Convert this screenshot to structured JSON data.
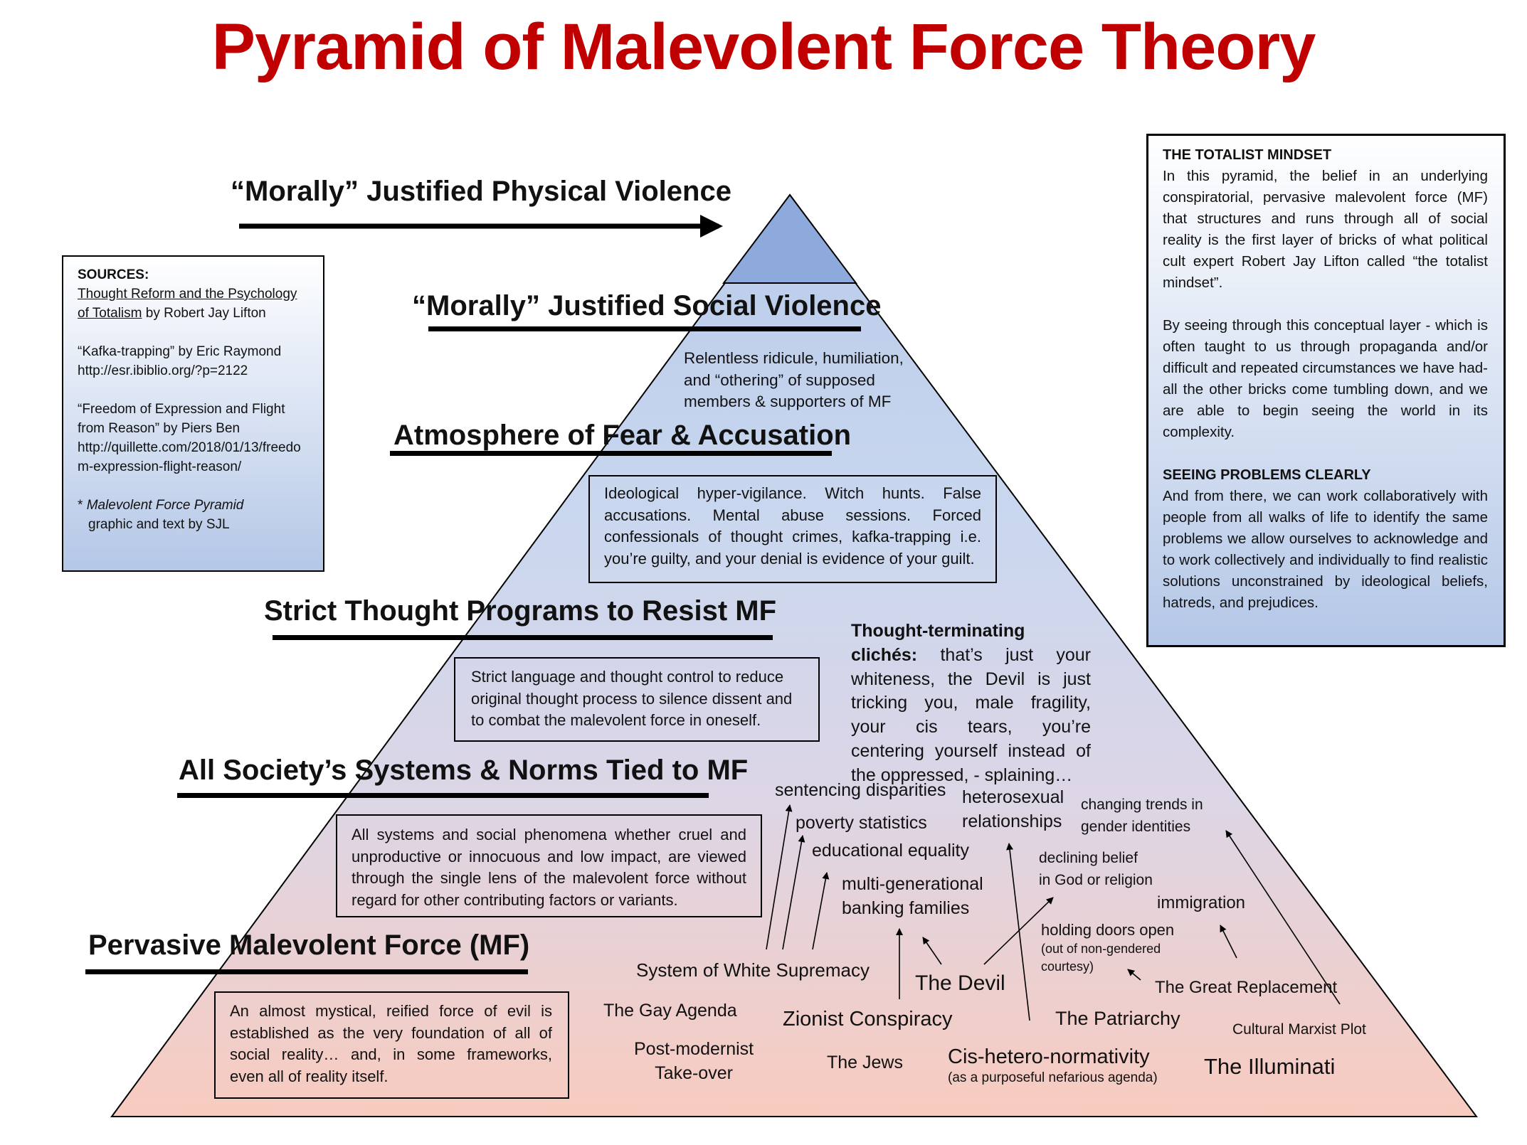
{
  "title": "Pyramid of Malevolent Force Theory",
  "colors": {
    "title": "#c00000",
    "pyramid_top": "#8ea9db",
    "pyramid_bottom": "#f8cbbf",
    "box_blue": "#dbe4f5"
  },
  "levels": {
    "physical_violence": "“Morally” Justified Physical Violence",
    "social_violence": "“Morally” Justified Social Violence",
    "social_violence_desc": [
      "Relentless ridicule, humiliation,",
      "and “othering” of supposed",
      "members & supporters of MF"
    ],
    "fear": "Atmosphere of Fear & Accusation",
    "fear_desc": "Ideological hyper-vigilance. Witch hunts. False accusations. Mental abuse sessions. Forced confessionals of thought crimes, kafka-trapping i.e. you’re guilty, and your denial is evidence of your guilt.",
    "thought": "Strict Thought Programs to Resist MF",
    "thought_desc": "Strict language and thought control to reduce original thought process to silence dissent and to combat the malevolent force in oneself.",
    "cliches_label": "Thought-terminating clichés:",
    "cliches": "that’s just your whiteness, the Devil is just tricking you, male fragility, your cis tears, you’re centering yourself instead of the oppressed, - splaining…",
    "systems": "All Society’s Systems & Norms Tied to MF",
    "systems_desc": "All systems and social phenomena whether cruel and unproductive or innocuous and low impact, are viewed through the single lens of the malevolent force without regard for other contributing factors or variants.",
    "mf": "Pervasive Malevolent Force (MF)",
    "mf_desc": "An almost mystical, reified force of evil is established as the very foundation of all of social reality… and, in some frameworks, even all of reality itself."
  },
  "phenomena": {
    "sentencing": "sentencing disparities",
    "poverty": "poverty statistics",
    "education": "educational equality",
    "banking": [
      "multi-generational",
      "banking families"
    ],
    "hetero": [
      "heterosexual",
      "relationships"
    ],
    "gender": [
      "changing trends in",
      "gender identities"
    ],
    "religion": [
      "declining belief",
      "in God or religion"
    ],
    "immigration": "immigration",
    "doors": "holding doors open",
    "doors_note": [
      "(out of non-gendered",
      "courtesy)"
    ]
  },
  "forces": {
    "white_supremacy": "System of White Supremacy",
    "gay_agenda": "The Gay Agenda",
    "postmodernist": [
      "Post-modernist",
      "Take-over"
    ],
    "zionist": "Zionist Conspiracy",
    "jews": "The Jews",
    "devil": "The Devil",
    "cishet": "Cis-hetero-normativity",
    "cishet_note": "(as a purposeful nefarious agenda)",
    "patriarchy": "The Patriarchy",
    "replacement": "The Great Replacement",
    "marxist": "Cultural Marxist Plot",
    "illuminati": "The Illuminati"
  },
  "sources": {
    "heading": "SOURCES:",
    "ref1_title": "Thought Reform and the Psychology of Totalism",
    "ref1_author": " by Robert Jay Lifton",
    "ref2": "“Kafka-trapping” by Eric Raymond",
    "ref2_url": "http://esr.ibiblio.org/?p=2122",
    "ref3": "“Freedom of Expression and Flight from Reason” by Piers Ben",
    "ref3_url": "http://quillette.com/2018/01/13/freedom-expression-flight-reason/",
    "credit_star": "* ",
    "credit_title": "Malevolent Force Pyramid",
    "credit_rest": "graphic and text by SJL"
  },
  "sidebar": {
    "heading1": "THE TOTALIST MINDSET",
    "para1": "In this pyramid, the belief in an underlying conspiratorial, pervasive malevolent force (MF) that structures and runs through all of social reality is the first layer of bricks of what political cult expert Robert Jay Lifton called “the totalist mindset”.",
    "para2": "By seeing through this conceptual layer - which is often taught to us through propaganda and/or difficult and repeated circumstances we have had- all the other bricks come tumbling down, and we are able to begin seeing the world in its complexity.",
    "heading2": "SEEING PROBLEMS CLEARLY",
    "para3": "And from there, we can work collaboratively with people from all walks of life to identify the same problems we allow ourselves to acknowledge and to work collectively and individually to find realistic solutions unconstrained by ideological beliefs, hatreds, and prejudices."
  }
}
